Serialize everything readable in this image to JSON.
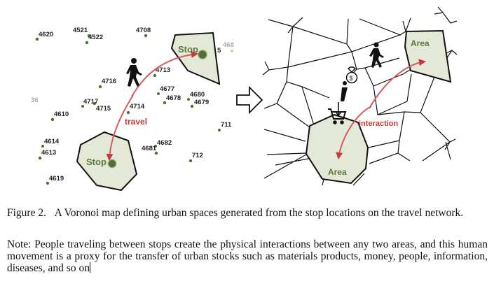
{
  "figure": {
    "left_panel": {
      "stop_ids": [
        {
          "id": "4620",
          "faded": false
        },
        {
          "id": "4521",
          "faded": false
        },
        {
          "id": "4522",
          "faded": false
        },
        {
          "id": "4708",
          "faded": false
        },
        {
          "id": "4716",
          "faded": false
        },
        {
          "id": "4713",
          "faded": false
        },
        {
          "id": "4677",
          "faded": false
        },
        {
          "id": "4678",
          "faded": false
        },
        {
          "id": "4680",
          "faded": false
        },
        {
          "id": "4679",
          "faded": false
        },
        {
          "id": "4717",
          "faded": false
        },
        {
          "id": "4715",
          "faded": false
        },
        {
          "id": "4714",
          "faded": false
        },
        {
          "id": "4610",
          "faded": false
        },
        {
          "id": "711",
          "faded": false
        },
        {
          "id": "4614",
          "faded": false
        },
        {
          "id": "4613",
          "faded": false
        },
        {
          "id": "4682",
          "faded": false
        },
        {
          "id": "4681",
          "faded": false
        },
        {
          "id": "712",
          "faded": false
        },
        {
          "id": "4619",
          "faded": false
        },
        {
          "id": "468",
          "faded": true
        },
        {
          "id": "5",
          "faded": false
        },
        {
          "id": "36",
          "faded": true
        }
      ],
      "stop_label_top": "Stop",
      "stop_label_bottom": "Stop",
      "travel_label": "travel"
    },
    "transition_arrow": "right-arrow",
    "right_panel": {
      "area_label_top": "Area",
      "area_label_bottom": "Area",
      "interaction_label": "interaction",
      "icons": [
        "pedestrian-icon",
        "money-bag-icon",
        "person-info-icon",
        "shopping-cart-icon"
      ]
    },
    "colors": {
      "zone_fill": "#e4e8d6",
      "zone_text": "#5c7a3e",
      "stop_dot": "#4f7032",
      "arrow_red": "#c8373c"
    }
  },
  "caption": {
    "figure_label": "Figure 2.",
    "figure_text": "A Voronoi map defining urban spaces generated from the stop locations on the travel network.",
    "note_text": "Note: People traveling between stops create the physical interactions between any two areas, and this human movement is a proxy for the transfer of urban stocks such as materials products, money, people, information, diseases, and so on"
  }
}
